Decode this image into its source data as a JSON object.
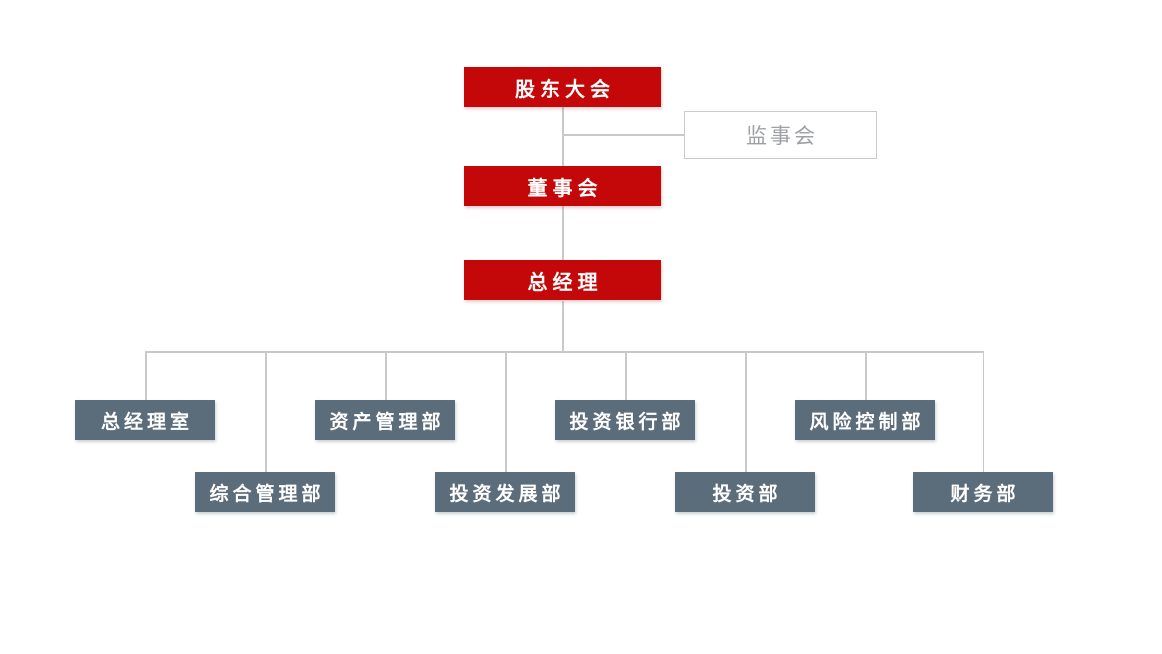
{
  "org": {
    "levels": {
      "shareholders": {
        "label": "股东大会"
      },
      "supervisory": {
        "label": "监事会"
      },
      "board": {
        "label": "董事会"
      },
      "general_manager": {
        "label": "总经理"
      }
    },
    "departments": [
      {
        "label": "总经理室",
        "row": "upper"
      },
      {
        "label": "综合管理部",
        "row": "lower"
      },
      {
        "label": "资产管理部",
        "row": "upper"
      },
      {
        "label": "投资发展部",
        "row": "lower"
      },
      {
        "label": "投资银行部",
        "row": "upper"
      },
      {
        "label": "投资部",
        "row": "lower"
      },
      {
        "label": "风险控制部",
        "row": "upper"
      },
      {
        "label": "财务部",
        "row": "lower"
      }
    ],
    "structure": {
      "chain_top_to_bottom": [
        "股东大会",
        "董事会",
        "总经理"
      ],
      "supervisory_branch_of": "股东大会",
      "departments_report_to": "总经理"
    },
    "colors": {
      "red_box": "#c40809",
      "slate_box": "#5b6c7a",
      "connector_line": "#c8caca",
      "outline_box_border": "#c9cacc",
      "outline_box_text": "#9ea0a3",
      "filled_box_text": "#ffffff",
      "background": "#ffffff"
    }
  }
}
